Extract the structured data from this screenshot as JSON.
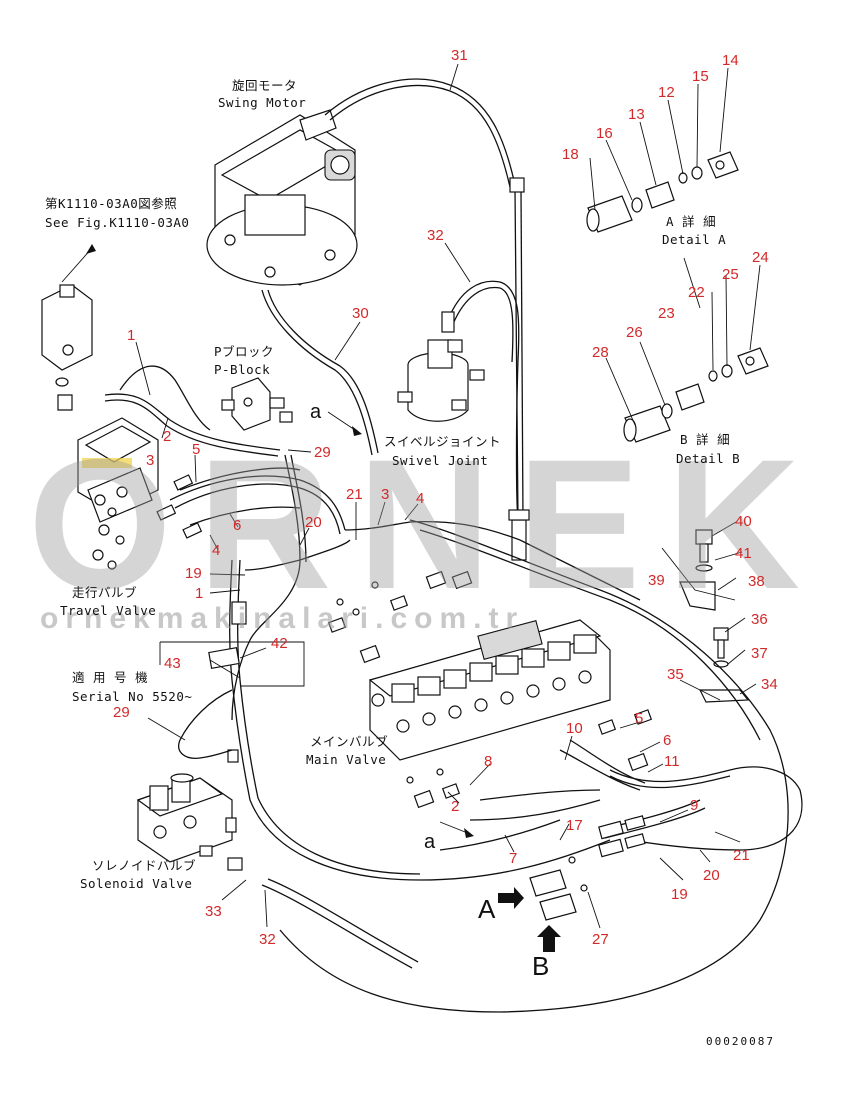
{
  "callouts": [
    "31",
    "14",
    "15",
    "12",
    "13",
    "16",
    "18",
    "32",
    "30",
    "1",
    "2",
    "3",
    "5",
    "29",
    "6",
    "4",
    "21",
    "3",
    "4",
    "20",
    "19",
    "1",
    "24",
    "25",
    "22",
    "23",
    "26",
    "28",
    "40",
    "41",
    "39",
    "38",
    "36",
    "37",
    "35",
    "34",
    "43",
    "42",
    "29",
    "5",
    "10",
    "6",
    "11",
    "8",
    "2",
    "9",
    "17",
    "7",
    "21",
    "20",
    "19",
    "33",
    "32",
    "27"
  ],
  "labels": {
    "swing_motor_jp": "旋回モータ",
    "swing_motor_en": "Swing Motor",
    "ref_jp": "第K1110-03A0図参照",
    "ref_en": "See Fig.K1110-03A0",
    "pblock_jp": "Pブロック",
    "pblock_en": "P-Block",
    "swivel_jp": "スイベルジョイント",
    "swivel_en": "Swivel Joint",
    "detail_a_jp": "A 詳 細",
    "detail_a_en": "Detail A",
    "detail_b_jp": "B 詳 細",
    "detail_b_en": "Detail B",
    "travel_jp": "走行バルブ",
    "travel_en": "Travel Valve",
    "serial_jp": "適 用 号 機",
    "serial_en": "Serial No 5520~",
    "main_jp": "メインバルブ",
    "main_en": "Main Valve",
    "solenoid_jp": "ソレノイドバルブ",
    "solenoid_en": "Solenoid Valve",
    "a1": "a",
    "a2": "a",
    "view_a": "A",
    "view_b": "B",
    "drawing_no": "00020087"
  },
  "watermark": {
    "brand": "ORNEK",
    "url": "ornekmakinalari.com.tr"
  }
}
